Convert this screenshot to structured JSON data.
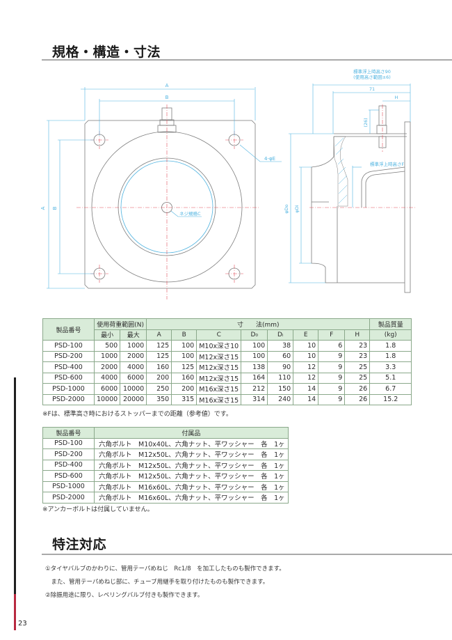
{
  "sections": {
    "spec_title": "規格・構造・寸法",
    "special_title": "特注対応"
  },
  "drawing": {
    "front_view": {
      "dim_A_horizontal": "A",
      "dim_B_horizontal": "B",
      "dim_A_vertical": "A",
      "dim_B_vertical": "B",
      "hole_label": "4-φE",
      "thread_label": "ネジ規格C"
    },
    "side_view": {
      "height_label_line1": "標準浮上時高さ90",
      "height_label_line2": "(使用高さ範囲±6)",
      "dim_71": "71",
      "dim_H": "H",
      "dim_26": "(26)",
      "dim_Do": "φDo",
      "dim_Di": "φDi",
      "dim_F": "標準浮上時高さF"
    },
    "colors": {
      "outline": "#7a7a7a",
      "dimension": "#4fb3e0",
      "centerline": "#e0505a"
    }
  },
  "spec_table": {
    "headers": {
      "product": "製品番号",
      "load_range": "使用荷重範囲(N)",
      "min": "最小",
      "max": "最大",
      "dimensions": "寸　　法(mm)",
      "A": "A",
      "B": "B",
      "C": "C",
      "Do": "D₀",
      "Di": "Dᵢ",
      "E": "E",
      "F": "F",
      "H": "H",
      "weight": "製品質量",
      "weight_unit": "(kg)"
    },
    "rows": [
      {
        "product": "PSD-100",
        "min": "500",
        "max": "1000",
        "A": "125",
        "B": "100",
        "C": "M10x深さ10",
        "Do": "100",
        "Di": "38",
        "E": "10",
        "F": "6",
        "H": "23",
        "weight": "1.8"
      },
      {
        "product": "PSD-200",
        "min": "1000",
        "max": "2000",
        "A": "125",
        "B": "100",
        "C": "M12x深さ15",
        "Do": "100",
        "Di": "60",
        "E": "10",
        "F": "9",
        "H": "23",
        "weight": "1.8"
      },
      {
        "product": "PSD-400",
        "min": "2000",
        "max": "4000",
        "A": "160",
        "B": "125",
        "C": "M12x深さ15",
        "Do": "138",
        "Di": "90",
        "E": "12",
        "F": "9",
        "H": "25",
        "weight": "3.3"
      },
      {
        "product": "PSD-600",
        "min": "4000",
        "max": "6000",
        "A": "200",
        "B": "160",
        "C": "M12x深さ15",
        "Do": "164",
        "Di": "110",
        "E": "12",
        "F": "9",
        "H": "25",
        "weight": "5.1"
      },
      {
        "product": "PSD-1000",
        "min": "6000",
        "max": "10000",
        "A": "250",
        "B": "200",
        "C": "M16x深さ15",
        "Do": "212",
        "Di": "150",
        "E": "14",
        "F": "9",
        "H": "26",
        "weight": "6.7"
      },
      {
        "product": "PSD-2000",
        "min": "10000",
        "max": "20000",
        "A": "350",
        "B": "315",
        "C": "M16x深さ15",
        "Do": "314",
        "Di": "240",
        "E": "14",
        "F": "9",
        "H": "26",
        "weight": "15.2"
      }
    ],
    "note": "※Fは、標準高さ時におけるストッパーまでの距離（参考値）です。"
  },
  "accessory_table": {
    "headers": {
      "product": "製品番号",
      "accessories": "付属品"
    },
    "rows": [
      {
        "product": "PSD-100",
        "desc": "六角ボルト　M10x40L、六角ナット、平ワッシャー　各　1ヶ"
      },
      {
        "product": "PSD-200",
        "desc": "六角ボルト　M12x50L、六角ナット、平ワッシャー　各　1ヶ"
      },
      {
        "product": "PSD-400",
        "desc": "六角ボルト　M12x50L、六角ナット、平ワッシャー　各　1ヶ"
      },
      {
        "product": "PSD-600",
        "desc": "六角ボルト　M12x50L、六角ナット、平ワッシャー　各　1ヶ"
      },
      {
        "product": "PSD-1000",
        "desc": "六角ボルト　M16x60L、六角ナット、平ワッシャー　各　1ヶ"
      },
      {
        "product": "PSD-2000",
        "desc": "六角ボルト　M16x60L、六角ナット、平ワッシャー　各　1ヶ"
      }
    ],
    "note": "※アンカーボルトは付属していません。"
  },
  "special_orders": {
    "line1": "①タイヤバルブのかわりに、管用テーパめねじ　Rc1/8　を加工したものも製作できます。",
    "line2": "　また、管用テーパめねじ部に、チューブ用継手を取り付けたものも製作できます。",
    "line3": "②除振用途に限り、レベリングバルブ付きも製作できます。"
  },
  "page": {
    "number": "23",
    "accent_color": "#b8283f"
  }
}
